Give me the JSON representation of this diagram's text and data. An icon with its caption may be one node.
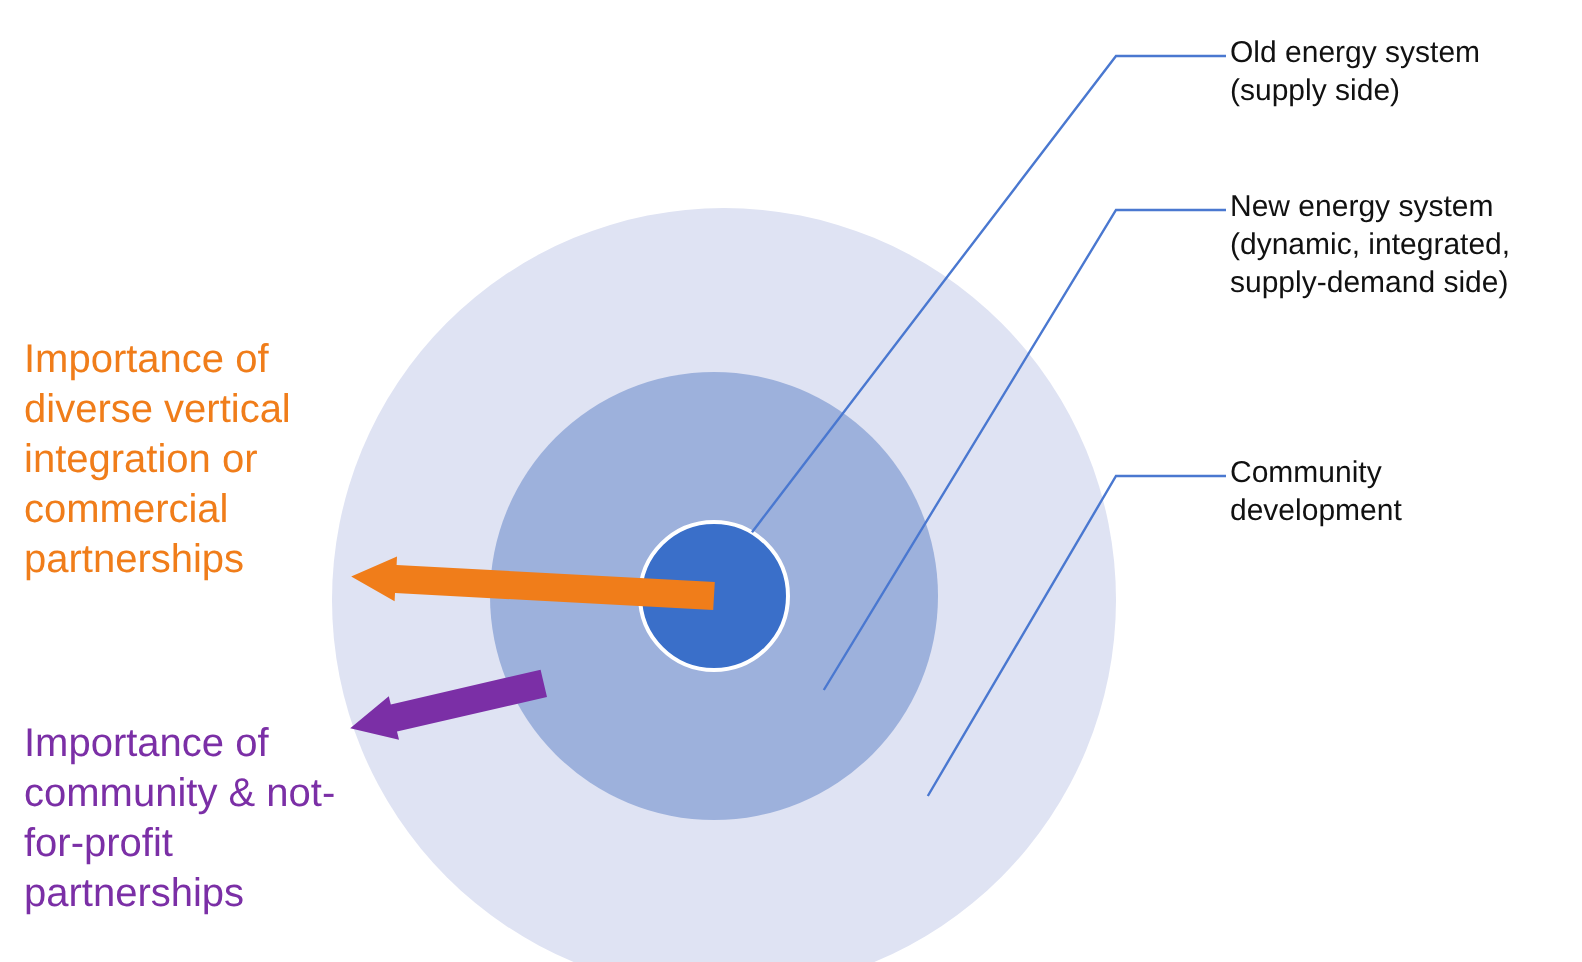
{
  "diagram": {
    "nodes": [
      {
        "text": [],
        "shape": "circle"
      },
      {
        "text": [],
        "shape": "circle",
        "in": 0
      },
      {
        "text": [],
        "shape": "circle",
        "in": 1
      },
      {
        "text": [
          "Old energy system (supply side)"
        ]
      },
      {
        "text": [
          "New energy system (dynamic, integrated, supply-demand side)"
        ]
      },
      {
        "text": [
          "Community development"
        ]
      },
      {
        "text": [
          "Importance of diverse vertical integration or commercial partnerships"
        ]
      },
      {
        "text": [
          "Importance of community & not-for-profit partnerships"
        ]
      }
    ],
    "edges": [
      {
        "from": 3,
        "to": 2,
        "arrow": "none"
      },
      {
        "from": 4,
        "to": 1,
        "arrow": "none"
      },
      {
        "from": 5,
        "to": 0,
        "arrow": "none"
      },
      {
        "from": 2,
        "to": 6,
        "arrow": "to",
        "style": "thick",
        "color": "#f07d1a"
      },
      {
        "from": 1,
        "to": 7,
        "arrow": "to",
        "style": "thick",
        "color": "#7b2fa6"
      }
    ]
  }
}
